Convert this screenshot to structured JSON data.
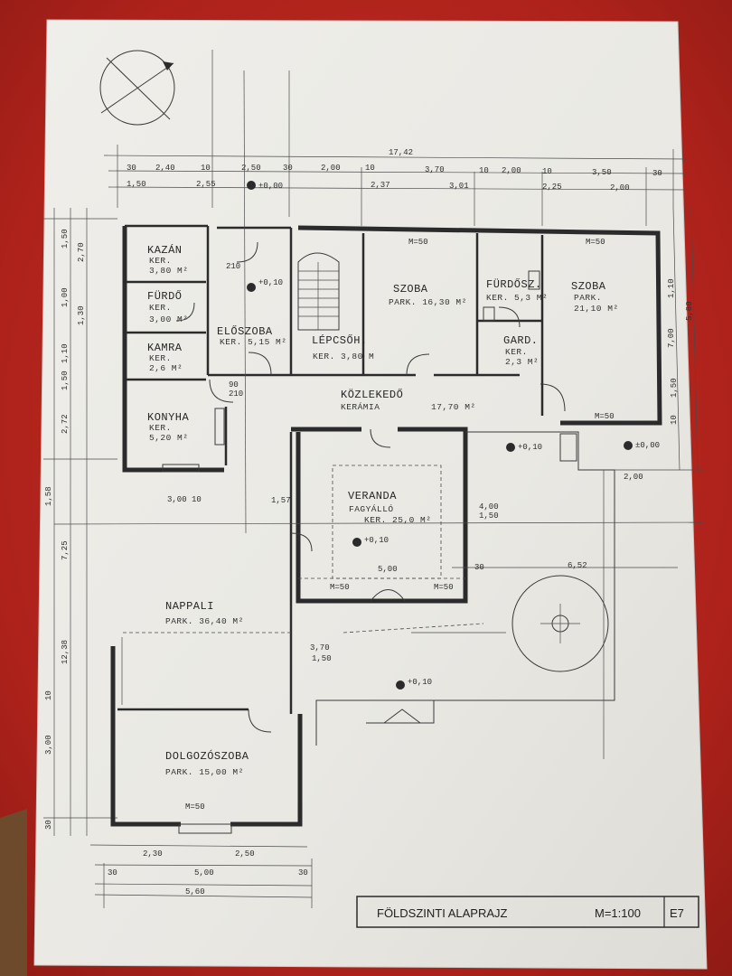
{
  "colors": {
    "background": "#b8261f",
    "paper": "#ecebe6",
    "ink": "#2b2b2b"
  },
  "top_dims": {
    "total": "17,42",
    "row1": [
      "30",
      "2,40",
      "10",
      "2,50",
      "30",
      "2,00",
      "10",
      "3,70",
      "10",
      "2,00",
      "10",
      "3,50",
      "30"
    ],
    "row2": [
      "1,50",
      "2,55",
      "2,37",
      "3,01",
      "2,25",
      "2,00"
    ]
  },
  "rooms": {
    "kazan": {
      "name": "KAZÁN",
      "sub": "KER.",
      "area": "3,80 M²"
    },
    "furdo": {
      "name": "FÜRDŐ",
      "sub": "KER.",
      "area": "3,00 M²"
    },
    "kamra": {
      "name": "KAMRA",
      "sub": "KER.",
      "area": "2,6 M²"
    },
    "konyha": {
      "name": "KONYHA",
      "sub": "KER.",
      "area": "5,20 M²"
    },
    "eloszoba": {
      "name": "ELŐSZOBA",
      "sub": "KER. 5,15 M²"
    },
    "lepcsoh": {
      "name": "LÉPCSŐH.",
      "sub": "KER. 3,80 M"
    },
    "szoba1": {
      "name": "SZOBA",
      "sub": "PARK. 16,30 M²"
    },
    "furdosz": {
      "name": "FÜRDŐSZ.",
      "sub": "KER. 5,3 M²"
    },
    "gard": {
      "name": "GARD.",
      "sub": "KER.",
      "area": "2,3 M²"
    },
    "szoba2": {
      "name": "SZOBA",
      "sub": "PARK.",
      "area": "21,10 M²"
    },
    "kozlekedo": {
      "name": "KÖZLEKEDŐ",
      "sub": "KERÁMIA",
      "area": "17,70 M²"
    },
    "veranda": {
      "name": "VERANDA",
      "sub": "FAGYÁLLÓ",
      "area": "KER. 25,0 M²"
    },
    "nappali": {
      "name": "NAPPALI",
      "sub": "PARK. 36,40 M²"
    },
    "dolgozoszoba": {
      "name": "DOLGOZÓSZOBA",
      "sub": "PARK. 15,00 M²"
    }
  },
  "levels": {
    "entrance": "±0,00",
    "hall": "+0,10",
    "veranda": "+0,10",
    "east": "+0,10",
    "east2": "±0,00",
    "garden": "+0,10"
  },
  "misc_dims": {
    "d_300_10": "3,00 10",
    "d_157": "1,57",
    "d_400_150": [
      "4,00",
      "1,50"
    ],
    "d_652": "6,52",
    "d_500": "5,00",
    "d_370_150": [
      "3,70",
      "1,50"
    ],
    "d_200": "2,00",
    "d_30": "30",
    "d_210": "210",
    "d_90_210": [
      "90",
      "210"
    ],
    "m_50": "M=50"
  },
  "left_dims": [
    "2,70",
    "1,50",
    "1,00",
    "1,30",
    "1,10",
    "1,50",
    "2,72",
    "1,58",
    "7,25",
    "12,38",
    "3,00",
    "10",
    "30"
  ],
  "right_dims": [
    "1,10",
    "5,80",
    "1,50",
    "7,00",
    "10"
  ],
  "bottom_dims": {
    "row1": [
      "2,30",
      "2,50"
    ],
    "row2": [
      "30",
      "5,00",
      "30"
    ],
    "total": "5,60"
  },
  "title_block": {
    "title": "FÖLDSZINTI ALAPRAJZ",
    "scale": "M=1:100",
    "sheet": "E7"
  }
}
